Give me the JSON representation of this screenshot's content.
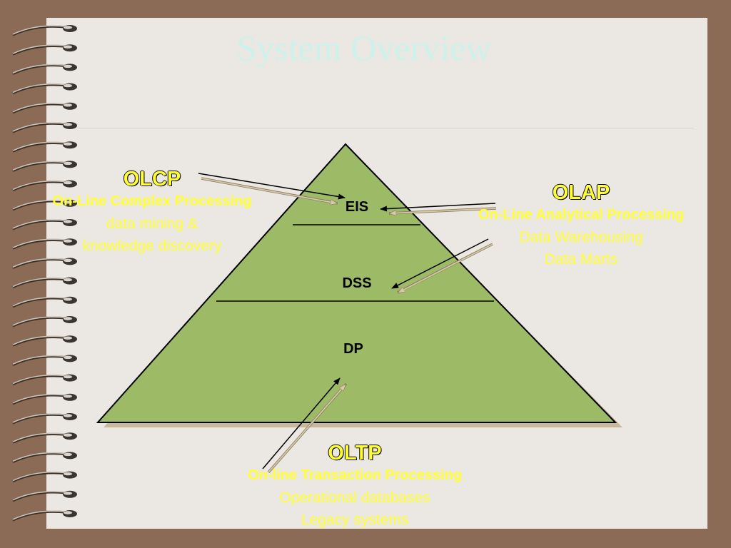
{
  "title": "System Overview",
  "colors": {
    "background": "#8b6b55",
    "slide": "#ebe7e2",
    "pyramid_fill": "#9dbb66",
    "pyramid_shadow": "#c9b89a",
    "label_yellow": "#ffff33",
    "title_cyan": "#cdf2ec"
  },
  "pyramid": {
    "levels": [
      {
        "label": "EIS"
      },
      {
        "label": "DSS"
      },
      {
        "label": "DP"
      }
    ]
  },
  "olcp": {
    "acronym": "OLCP",
    "full": "On-Line Complex Processing",
    "lines": [
      "data mining &",
      "knowledge discovery"
    ]
  },
  "olap": {
    "acronym": "OLAP",
    "full": "On-Line Analytical Processing",
    "lines": [
      "Data Warehousing",
      "Data Marts"
    ]
  },
  "oltp": {
    "acronym": "OLTP",
    "full": "On-line Transaction Processing",
    "lines": [
      "Operational databases",
      "Legacy systems"
    ]
  },
  "decor": {
    "binding_icon": "spiral-binding-icon"
  }
}
